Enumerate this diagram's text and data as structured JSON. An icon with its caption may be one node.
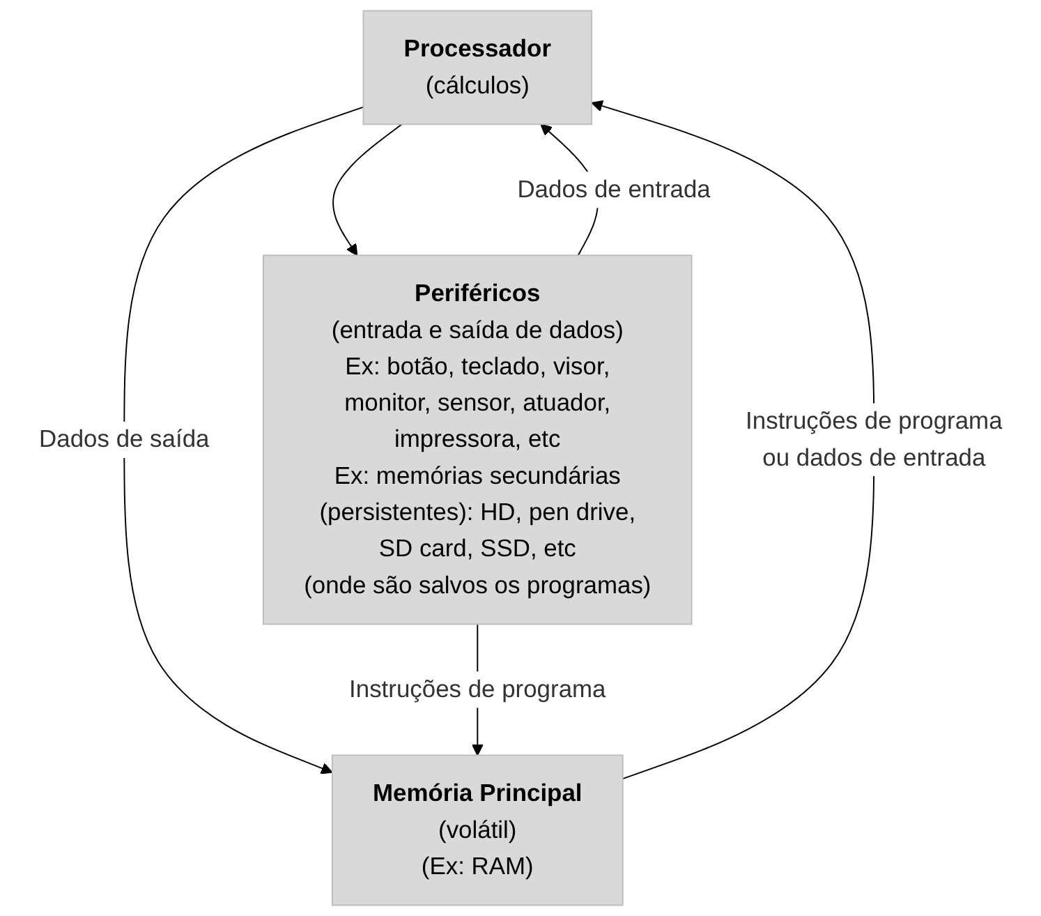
{
  "diagram": {
    "nodes": [
      {
        "text": [
          "Processador",
          "(cálculos)"
        ]
      },
      {
        "text": [
          "Memória Principal",
          "(volátil)",
          "(Ex: RAM)"
        ]
      },
      {
        "text": [
          "Periféricos",
          "(entrada e saída de dados)",
          "Ex: botão, teclado, visor, monitor, sensor, atuador, impressora, etc",
          "Ex: memórias secundárias (persistentes): HD, pen drive, SD card, SSD, etc",
          "(onde são salvos os programas)"
        ]
      }
    ],
    "edges": [
      {
        "from": 1,
        "to": 0,
        "arrow": "to",
        "label": "Instruções de programa ou dados de entrada"
      },
      {
        "from": 0,
        "to": 1,
        "arrow": "to",
        "label": "Dados de saída"
      },
      {
        "from": 0,
        "to": 2,
        "arrow": "to"
      },
      {
        "from": 2,
        "to": 0,
        "arrow": "to",
        "label": "Dados de entrada"
      },
      {
        "from": 2,
        "to": 1,
        "arrow": "to",
        "label": "Instruções de programa"
      }
    ]
  }
}
